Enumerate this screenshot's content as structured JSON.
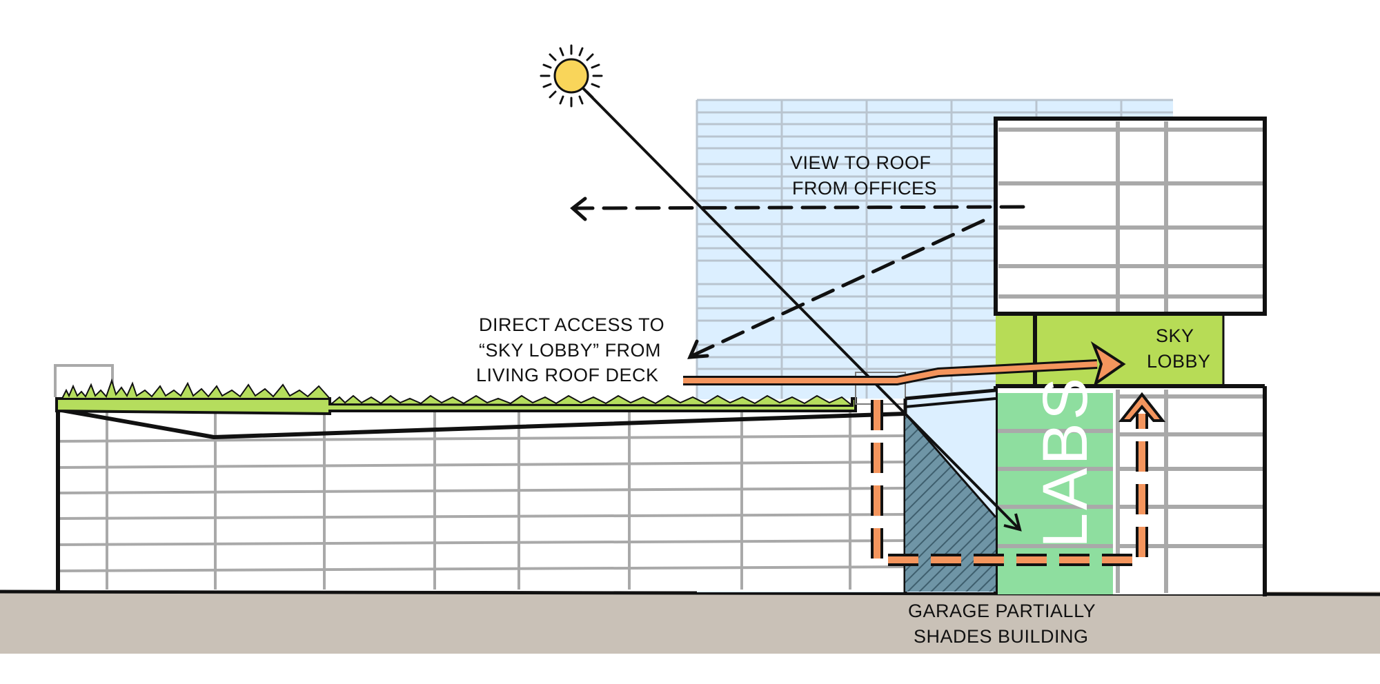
{
  "colors": {
    "sky": "#dcefff",
    "glass_lines": "#b9c4cf",
    "grid_gray": "#a9a9a9",
    "ink": "#111111",
    "ground": "#c9c1b7",
    "roof_green": "#b5dd5d",
    "sky_lobby": "#b7dc56",
    "labs": "#8ede9f",
    "path_orange": "#f4955d",
    "sun": "#f9d55a",
    "shade_hatch": "#5c7f8f"
  },
  "icons": {
    "sun": "sun-icon",
    "arrow": "arrow-head-icon"
  },
  "labels": {
    "view_to_roof_line1": "VIEW TO ROOF",
    "view_to_roof_line2": "FROM OFFICES",
    "direct_access_line1": "DIRECT ACCESS TO",
    "direct_access_line2": "“SKY LOBBY” FROM",
    "direct_access_line3": "LIVING ROOF DECK",
    "sky_lobby_line1": "SKY",
    "sky_lobby_line2": "LOBBY",
    "labs": "LABS",
    "garage_line1": "GARAGE PARTIALLY",
    "garage_line2": "SHADES BUILDING"
  }
}
